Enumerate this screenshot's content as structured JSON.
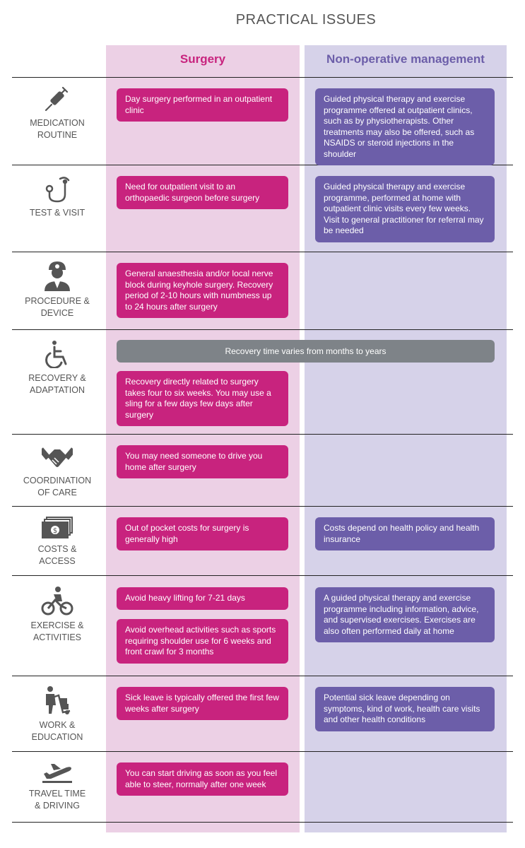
{
  "title": "PRACTICAL ISSUES",
  "columns": {
    "surgery": "Surgery",
    "nonop": "Non-operative management"
  },
  "rows": [
    {
      "label": "MEDICATION\nROUTINE",
      "icon": "syringe-icon"
    },
    {
      "label": "TEST & VISIT",
      "icon": "stethoscope-icon"
    },
    {
      "label": "PROCEDURE &\nDEVICE",
      "icon": "surgeon-icon"
    },
    {
      "label": "RECOVERY &\nADAPTATION",
      "icon": "wheelchair-icon"
    },
    {
      "label": "COORDINATION\nOF CARE",
      "icon": "handshake-icon"
    },
    {
      "label": "COSTS &\nACCESS",
      "icon": "banknotes-icon"
    },
    {
      "label": "EXERCISE &\nACTIVITIES",
      "icon": "cyclist-icon"
    },
    {
      "label": "WORK &\nEDUCATION",
      "icon": "hand-truck-worker-icon"
    },
    {
      "label": "TRAVEL TIME\n& DRIVING",
      "icon": "airplane-departure-icon"
    }
  ],
  "cards": {
    "medication_surgery": "Day surgery performed in an outpatient clinic",
    "medication_nonop": "Guided physical therapy and exercise programme offered at outpatient clinics, such as by physiotherapists. Other treatments may also be offered, such as NSAIDS or steroid injections in the shoulder",
    "test_surgery": "Need for outpatient visit to an orthopaedic surgeon before surgery",
    "test_nonop": "Guided physical therapy and exercise programme, performed at home with outpatient clinic visits every few weeks. Visit to general practitioner for referral may be needed",
    "procedure_surgery": "General anaesthesia and/or local nerve block during keyhole surgery. Recovery period of 2-10 hours with numbness up to 24 hours after surgery",
    "recovery_banner": "Recovery time varies from months to years",
    "recovery_surgery": "Recovery directly related to surgery takes four to six weeks. You may use a sling for a few days few days after surgery",
    "coordination_surgery": "You may need someone to drive you home after surgery",
    "costs_surgery": "Out of pocket costs for surgery is generally high",
    "costs_nonop": "Costs depend on health policy and health insurance",
    "exercise_surgery_1": "Avoid heavy lifting for 7-21 days",
    "exercise_surgery_2": "Avoid overhead activities such as sports requiring shoulder use for 6 weeks and front crawl for 3 months",
    "exercise_nonop": "A guided physical therapy and exercise programme including information, advice, and supervised exercises. Exercises are also often performed daily at home",
    "work_surgery": "Sick leave is typically offered the first few weeks after surgery",
    "work_nonop": "Potential sick leave depending on symptoms, kind of work, health care visits and other health conditions",
    "travel_surgery": "You can start driving as soon as you feel able to steer, normally after one week"
  },
  "colors": {
    "surgery": "#c8237e",
    "nonop": "#6c5ea9",
    "surgery_bg": "#ecd0e5",
    "nonop_bg": "#d6d2e9",
    "banner": "#7e8388"
  }
}
